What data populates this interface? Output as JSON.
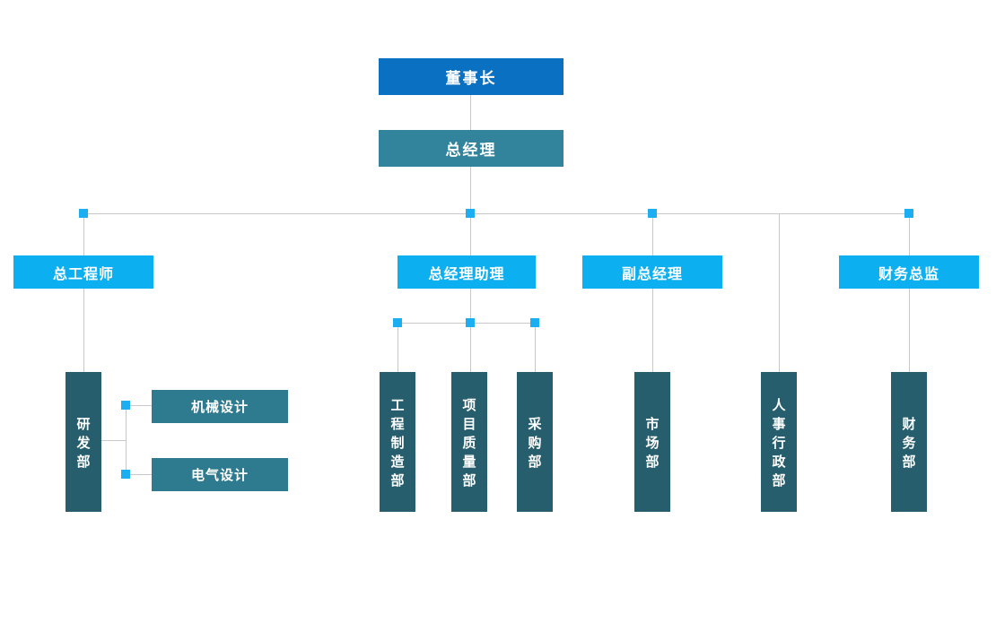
{
  "chart_title": "",
  "colors": {
    "chairman_bg": "#0a70c1",
    "general_manager_bg": "#31849b",
    "level2_bg": "#0cb0f0",
    "department_bg": "#265e6e",
    "sub_department_bg": "#2e7a8e",
    "connector_line": "#c9c9c9",
    "junction_square": "#1baef0",
    "text": "#ffffff",
    "background": "#ffffff"
  },
  "nodes": {
    "chairman": "董事长",
    "general_manager": "总经理",
    "chief_engineer": "总工程师",
    "gm_assistant": "总经理助理",
    "deputy_gm": "副总经理",
    "finance_director": "财务总监",
    "rd_dept": "研发部",
    "mech_design": "机械设计",
    "elec_design": "电气设计",
    "eng_mfg_dept": "工程制造部",
    "proj_quality_dept": "项目质量部",
    "purchasing_dept": "采购部",
    "marketing_dept": "市场部",
    "hr_admin_dept": "人事行政部",
    "finance_dept": "财务部"
  },
  "edges": [
    [
      "董事长",
      "总经理"
    ],
    [
      "总经理",
      "总工程师"
    ],
    [
      "总经理",
      "总经理助理"
    ],
    [
      "总经理",
      "副总经理"
    ],
    [
      "总经理",
      "人事行政部"
    ],
    [
      "总经理",
      "财务总监"
    ],
    [
      "总工程师",
      "研发部"
    ],
    [
      "研发部",
      "机械设计"
    ],
    [
      "研发部",
      "电气设计"
    ],
    [
      "总经理助理",
      "工程制造部"
    ],
    [
      "总经理助理",
      "项目质量部"
    ],
    [
      "总经理助理",
      "采购部"
    ],
    [
      "副总经理",
      "市场部"
    ],
    [
      "财务总监",
      "财务部"
    ]
  ]
}
